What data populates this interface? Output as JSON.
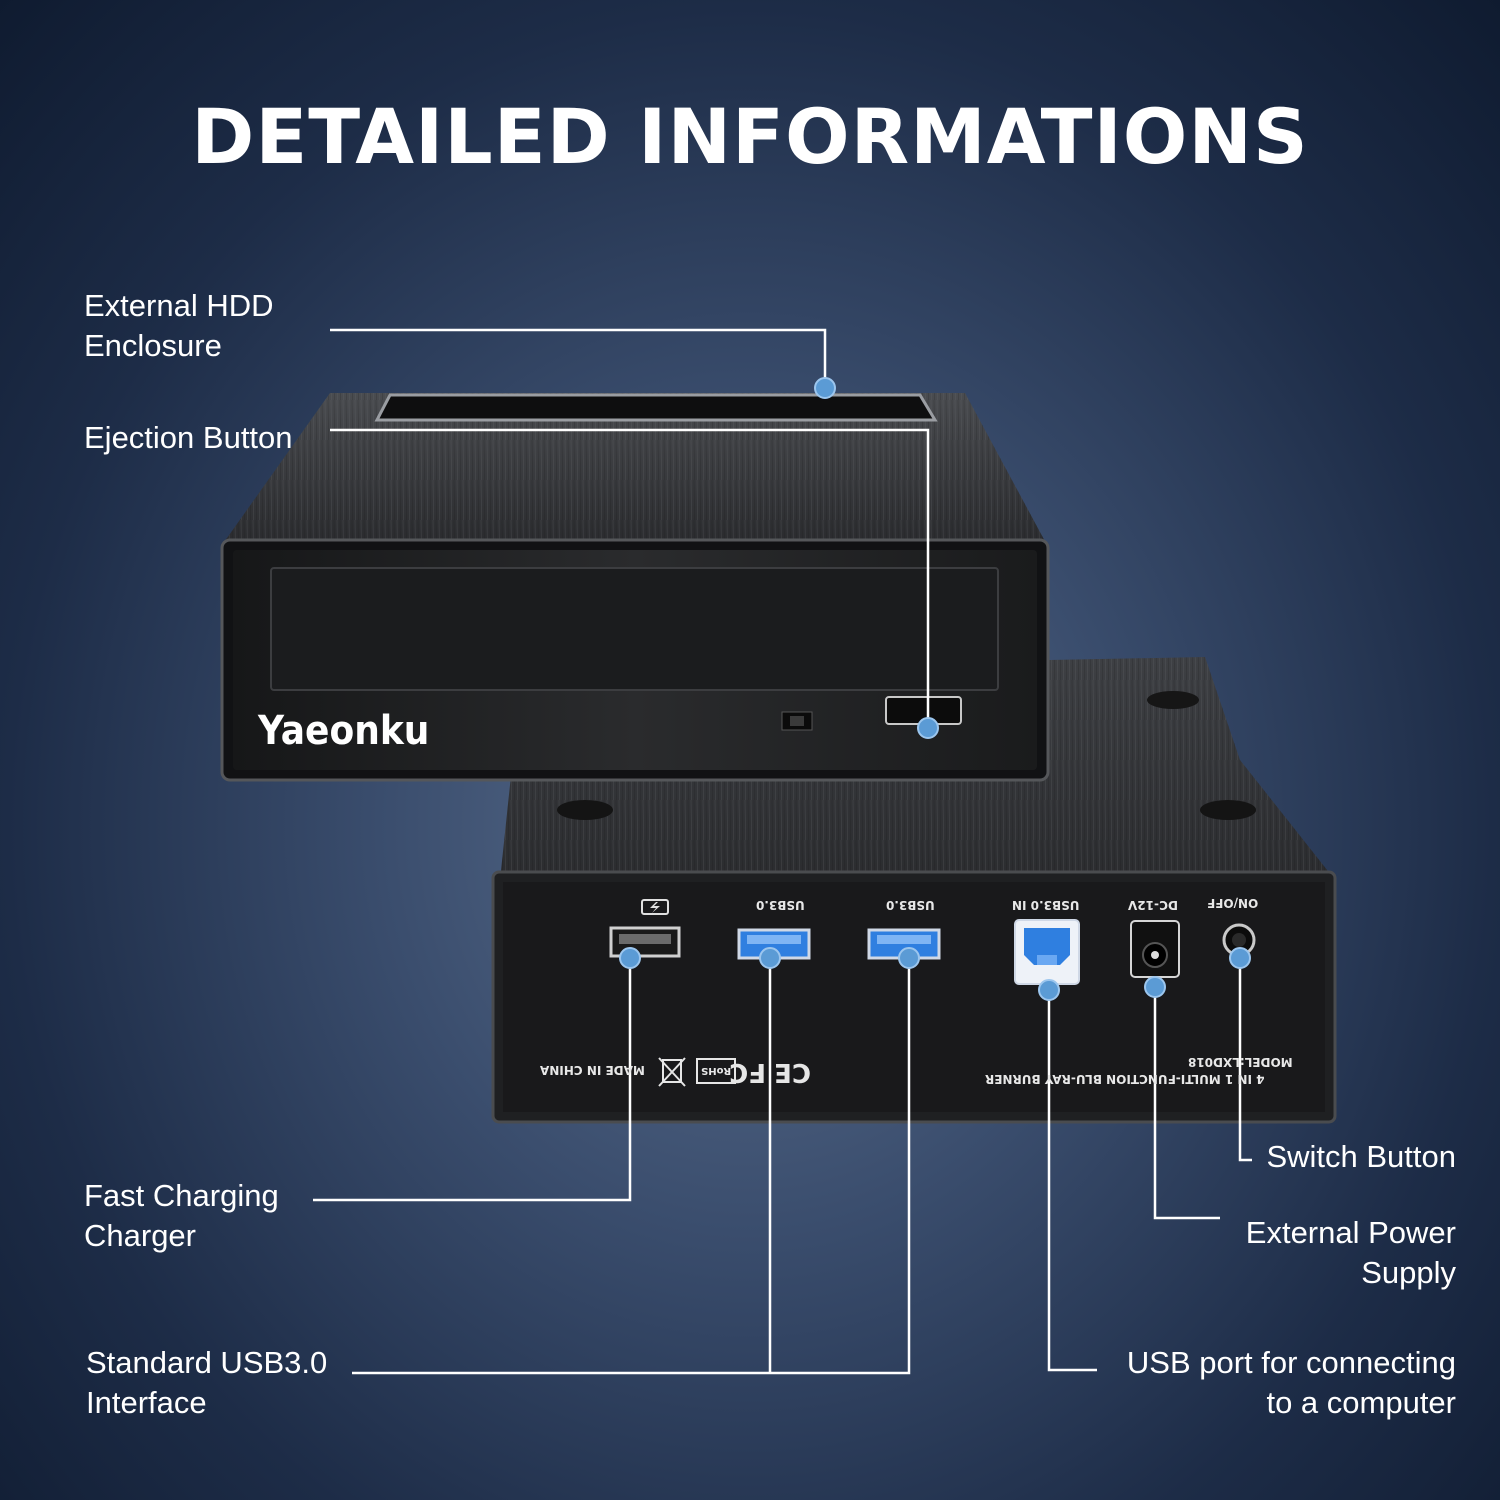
{
  "title": "DETAILED INFORMATIONS",
  "brand": "Yaeonku",
  "labels": {
    "hdd_enclosure": "External HDD\nEnclosure",
    "ejection_button": "Ejection Button",
    "fast_charging": "Fast Charging\nCharger",
    "usb30_interface": "Standard USB3.0\nInterface",
    "switch_button": "Switch Button",
    "external_power": "External Power\nSupply",
    "usb_port_computer": "USB port for connecting\nto a computer"
  },
  "panel_text": {
    "usb30_a": "USB3.0",
    "usb30_b": "USB3.0",
    "usb30_in": "USB3.0 IN",
    "dc": "DC-12V",
    "onoff": "ON/OFF",
    "model": "MODEL:LXD018",
    "product": "4 IN 1 MULTI-FUNCTION BLU-RAY BURNER",
    "made_in": "MADE IN CHINA",
    "rohs": "RoHS"
  },
  "colors": {
    "marker": "#5b9bd5",
    "usb_blue": "#2f7fe0",
    "line": "#ffffff"
  }
}
